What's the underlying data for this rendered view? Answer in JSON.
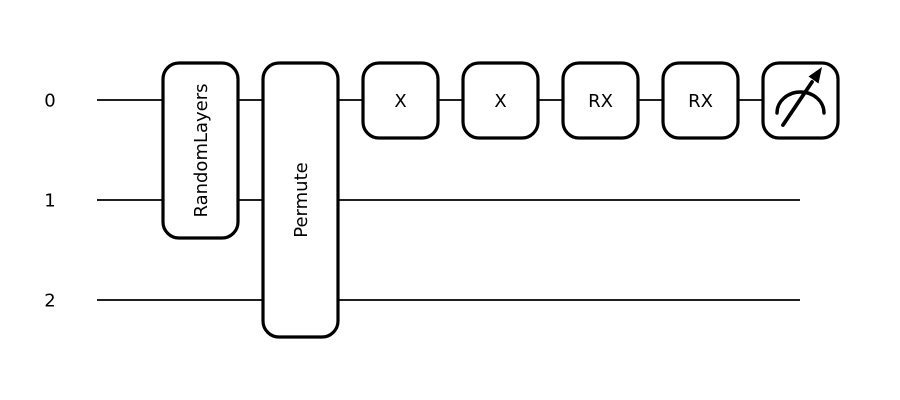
{
  "circuit": {
    "wire_labels": [
      "0",
      "1",
      "2"
    ],
    "gates": [
      {
        "label": "RandomLayers",
        "wires": "0-1",
        "orientation": "vertical"
      },
      {
        "label": "Permute",
        "wires": "0-2",
        "orientation": "vertical"
      },
      {
        "label": "X",
        "wires": "0",
        "orientation": "horizontal"
      },
      {
        "label": "X",
        "wires": "0",
        "orientation": "horizontal"
      },
      {
        "label": "RX",
        "wires": "0",
        "orientation": "horizontal"
      },
      {
        "label": "RX",
        "wires": "0",
        "orientation": "horizontal"
      }
    ],
    "measurement": {
      "icon": "measure-gauge-icon",
      "wire": "0"
    },
    "colors": {
      "line": "#000000",
      "gate_fill": "#ffffff",
      "background": "#ffffff",
      "text": "#000000"
    }
  }
}
